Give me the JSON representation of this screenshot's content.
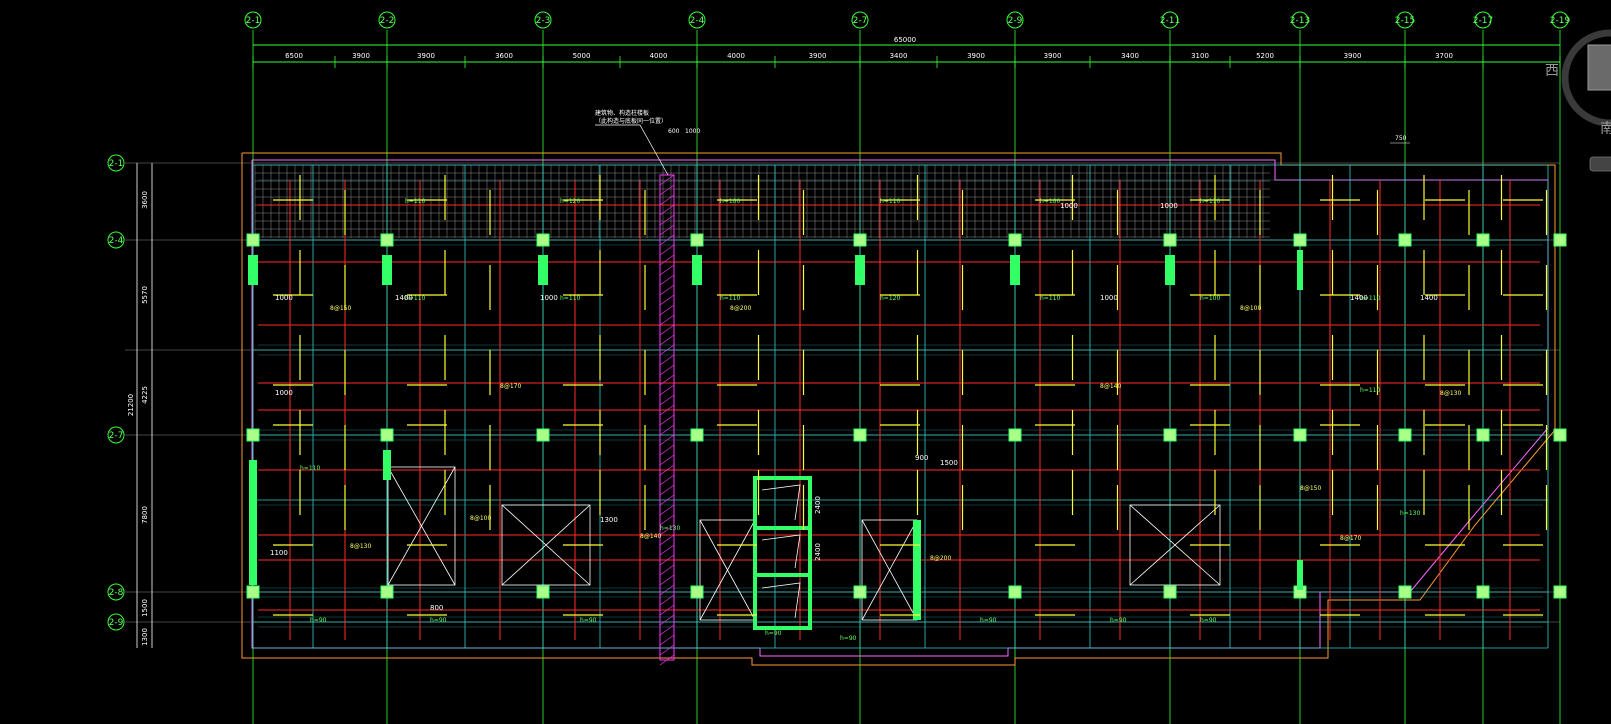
{
  "drawing": {
    "total_width_label": "65000",
    "bay_dimensions": [
      "6500",
      "3900",
      "3900",
      "3600",
      "5000",
      "4000",
      "4000",
      "3900",
      "3400",
      "3900",
      "3900",
      "3400",
      "3100",
      "5200",
      "3900",
      "3700"
    ],
    "grid_axes_top": [
      "2-1",
      "2-2",
      "2-3",
      "2-4",
      "2-7",
      "2-9",
      "2-11",
      "2-13",
      "2-15",
      "2-17",
      "2-19"
    ],
    "grid_axes_left": [
      "2-1",
      "2-4",
      "2-7",
      "2-8",
      "2-9"
    ],
    "vertical_dims_left": [
      "3600",
      "5570",
      "4225",
      "21200",
      "7800",
      "1500",
      "1300"
    ],
    "note_line1": "建筑物、构造柱楼板",
    "note_line2": "（此构造与底板同一位置）",
    "detail_dims": [
      "600",
      "1000"
    ],
    "marker_750": "750",
    "stair_dims": [
      "2400",
      "2400"
    ],
    "labels": {
      "h110": "h=110",
      "h120": "h=120",
      "h100": "h=100",
      "h130": "h=130",
      "h90": "h=90",
      "bar_a": "8@150",
      "bar_b": "8@200",
      "bar_c": "8@100",
      "bar_d": "8@170",
      "bar_e": "8@140",
      "bar_f": "8@130",
      "dim_1000": "1000",
      "dim_1400": "1400",
      "dim_1100": "1100",
      "dim_1300": "1300",
      "dim_800": "800",
      "dim_900": "900",
      "dim_1500": "1500"
    },
    "compass": {
      "west": "西",
      "south": "南"
    }
  },
  "colors": {
    "background": "#000000",
    "axis": "#33ff33",
    "beam": "#ff2a2a",
    "wall": "#33cccc",
    "rebar": "#ffff33",
    "column": "#33ff66",
    "slab_edge": "#ff66ff",
    "outline": "#ff9933",
    "dimension": "#ffffff"
  }
}
